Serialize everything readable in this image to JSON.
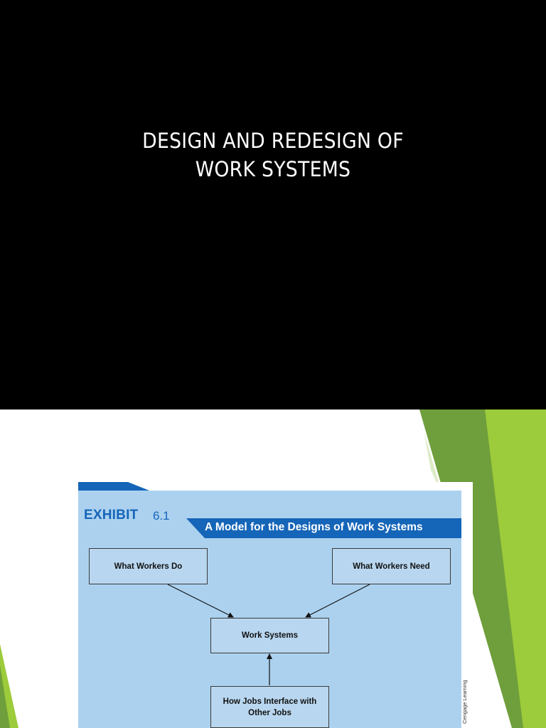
{
  "slide1": {
    "title_line1": "DESIGN AND REDESIGN OF",
    "title_line2": "WORK SYSTEMS"
  },
  "slide2": {
    "exhibit": {
      "label": "EXHIBIT",
      "number": "6.1",
      "title": "A Model for the Designs of Work Systems",
      "boxes": {
        "what_workers_do": "What Workers Do",
        "what_workers_need": "What Workers Need",
        "work_systems": "Work Systems",
        "how_jobs_interface_line1": "How Jobs Interface with",
        "how_jobs_interface_line2": "Other Jobs"
      },
      "credit": "Cengage Learning"
    }
  },
  "colors": {
    "exhibit_blue": "#1565b8",
    "panel_blue": "#acd1ef",
    "box_fill": "#b8d6ef",
    "green_dark": "#6f9e3c",
    "green_light": "#9ccb3b"
  }
}
